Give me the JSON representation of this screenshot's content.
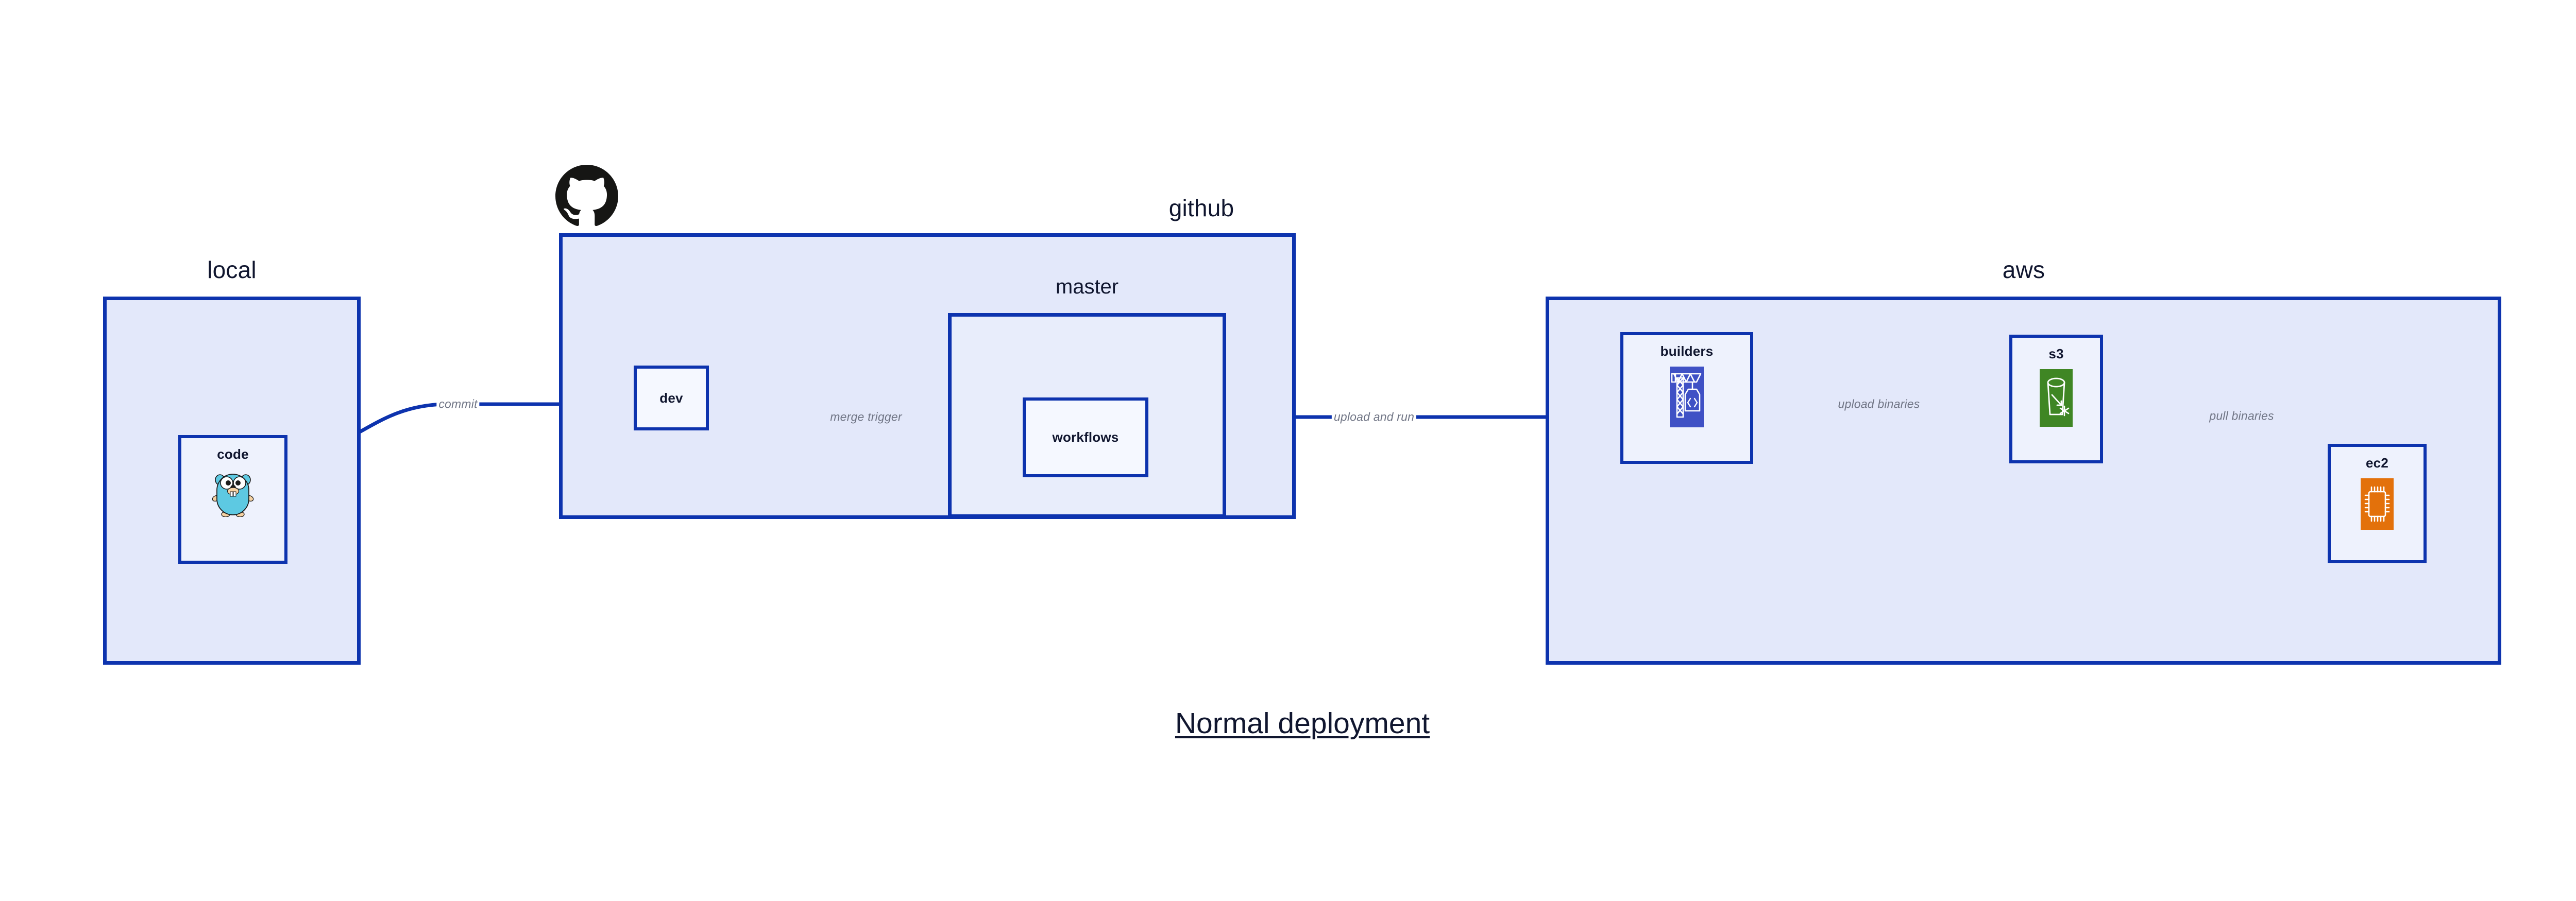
{
  "title": "Normal deployment",
  "colors": {
    "group_fill": "#e3e8fa",
    "subgroup_fill": "#e8edfb",
    "node_fill": "#eef2fd",
    "stroke": "#0d33ae",
    "text": "#10162f",
    "edge_label": "#707585",
    "builders_icon_bg": "#3f51c5",
    "s3_icon_bg": "#3f8624",
    "ec2_icon_bg": "#e3710b",
    "gopher_body": "#5dc9e2",
    "github_logo": "#161614"
  },
  "groups": [
    {
      "id": "local",
      "label": "local",
      "nodes": [
        {
          "id": "code",
          "label": "code",
          "icon": "go-gopher-icon"
        }
      ]
    },
    {
      "id": "github",
      "label": "github",
      "logo": "github-logo",
      "nodes": [
        {
          "id": "dev",
          "label": "dev",
          "icon": "none"
        },
        {
          "id": "workflows",
          "label": "workflows",
          "icon": "none"
        }
      ],
      "subgroups": [
        {
          "id": "master",
          "label": "master"
        }
      ]
    },
    {
      "id": "aws",
      "label": "aws",
      "nodes": [
        {
          "id": "builders",
          "label": "builders",
          "icon": "aws-codebuild-crane-icon"
        },
        {
          "id": "s3",
          "label": "s3",
          "icon": "aws-s3-bucket-icon"
        },
        {
          "id": "ec2",
          "label": "ec2",
          "icon": "aws-ec2-chip-icon"
        }
      ]
    }
  ],
  "edges": [
    {
      "id": "commit",
      "label": "commit",
      "from": "code",
      "to": "dev"
    },
    {
      "id": "merge-trigger",
      "label": "merge trigger",
      "from": "dev",
      "to": "workflows"
    },
    {
      "id": "upload-and-run",
      "label": "upload and run",
      "from": "workflows",
      "to": "builders"
    },
    {
      "id": "upload-binaries",
      "label": "upload binaries",
      "from": "builders",
      "to": "s3"
    },
    {
      "id": "pull-binaries",
      "label": "pull binaries",
      "from": "s3",
      "to": "ec2"
    }
  ]
}
